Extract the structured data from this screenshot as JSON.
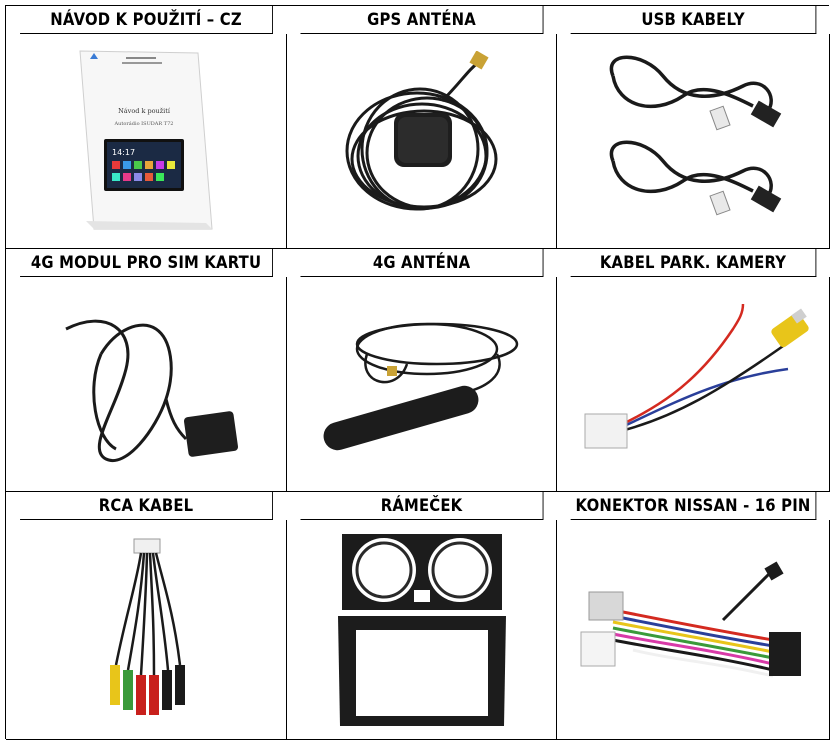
{
  "headers": [
    "NÁVOD K POUŽITÍ – CZ",
    "GPS ANTÉNA",
    "USB KABELY",
    "4G MODUL PRO SIM KARTU",
    "4G ANTÉNA",
    "KABEL PARK. KAMERY",
    "RCA KABEL",
    "RÁMEČEK",
    "KONEKTOR NISSAN - 16 PIN"
  ],
  "manual": {
    "title": "Návod k použití",
    "subtitle": "Autorádio ISUDAR T72",
    "clock": "14:17"
  },
  "colors": {
    "border": "#000000",
    "cable": "#1a1a1a",
    "rca_yellow": "#e8c51a",
    "rca_red": "#c8201c",
    "rca_green": "#3a9a3a",
    "wire_red": "#d42a20",
    "wire_blue": "#2a3f9a"
  }
}
